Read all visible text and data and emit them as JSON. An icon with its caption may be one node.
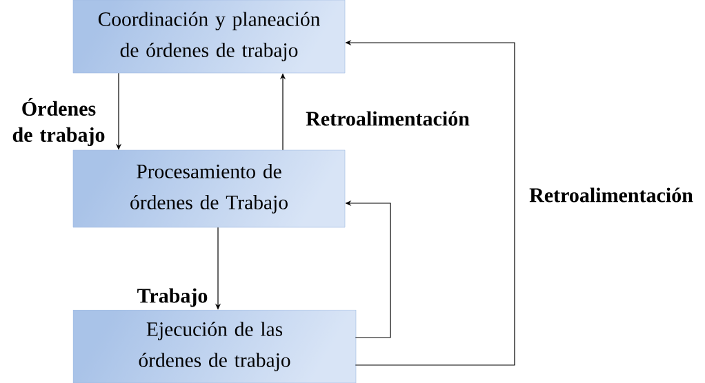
{
  "diagram": {
    "nodes": [
      {
        "text": [
          "Coordinación y planeación de órdenes de trabajo"
        ]
      },
      {
        "text": [
          "Procesamiento de órdenes de Trabajo"
        ]
      },
      {
        "text": [
          "Ejecución de las órdenes de trabajo"
        ]
      }
    ],
    "edges": [
      {
        "from": 0,
        "to": 1,
        "arrow": "to",
        "label": "Órdenes de trabajo"
      },
      {
        "from": 1,
        "to": 0,
        "arrow": "to",
        "label": "Retroalimentación"
      },
      {
        "from": 1,
        "to": 2,
        "arrow": "to",
        "label": "Trabajo"
      },
      {
        "from": 2,
        "to": 1,
        "arrow": "to"
      },
      {
        "from": 2,
        "to": 0,
        "arrow": "to",
        "label": "Retroalimentación"
      }
    ]
  }
}
